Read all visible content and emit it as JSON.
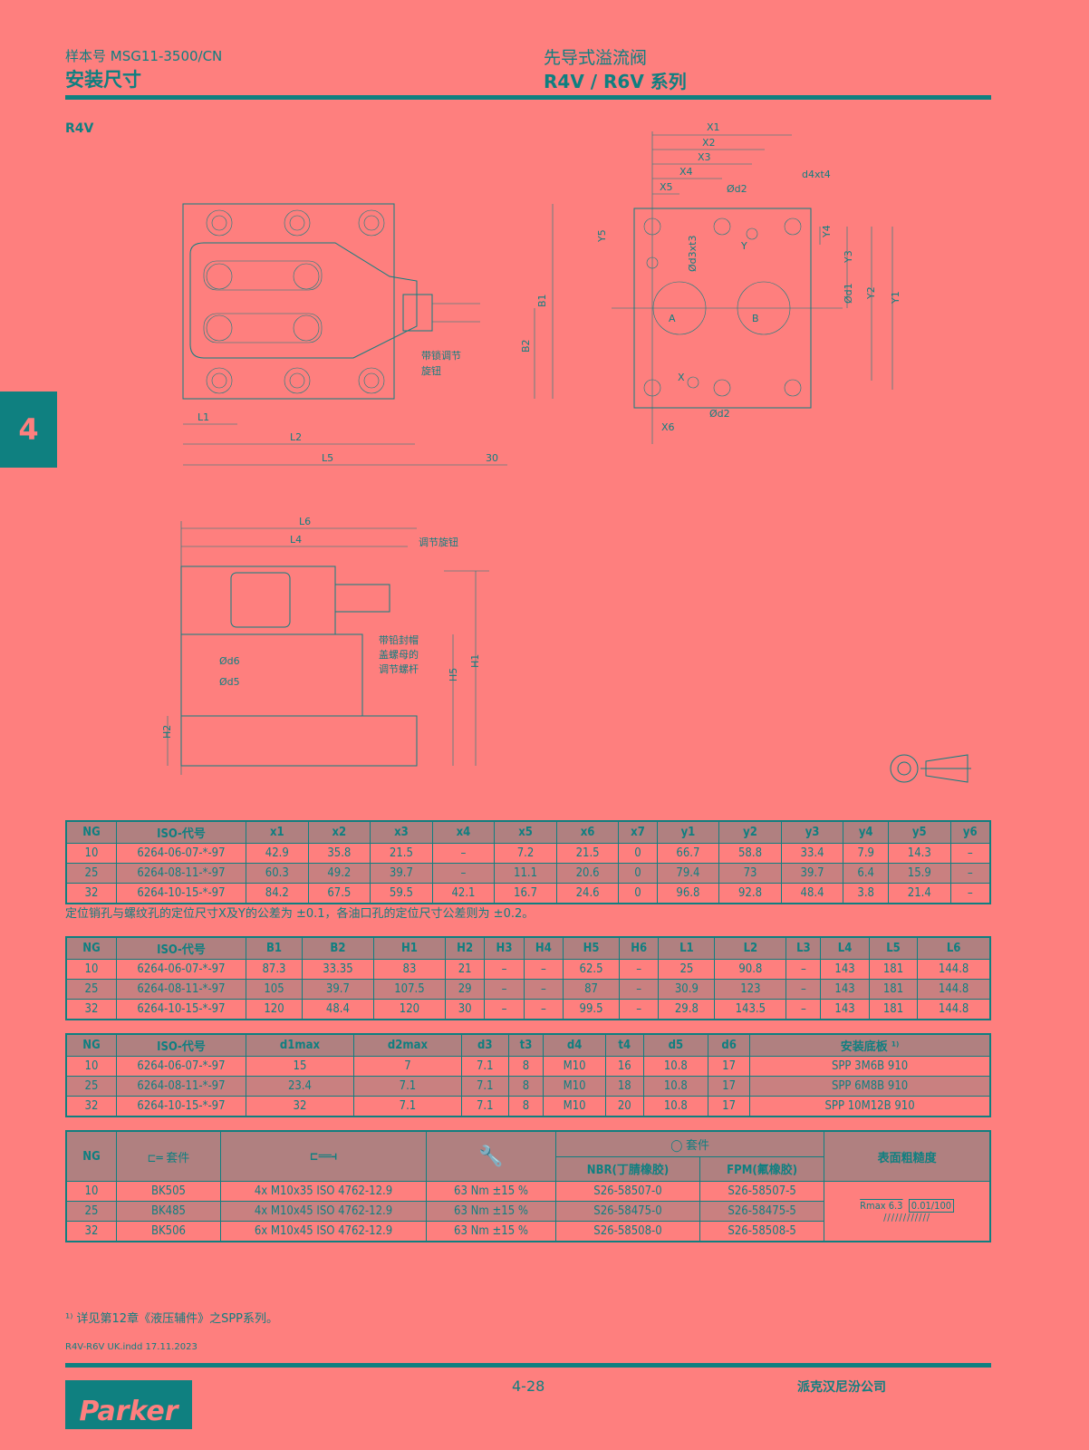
{
  "header": {
    "catalog": "样本号 MSG11-3500/CN",
    "section": "安装尺寸",
    "title": "先导式溢流阀",
    "series": "R4V / R6V 系列"
  },
  "subtitle": "R4V",
  "chapter_tab": "4",
  "drawing_top": {
    "labels": {
      "B1": "B1",
      "B2": "B2",
      "L1": "L1",
      "L2": "L2",
      "L5": "L5",
      "d30": "30",
      "knob1": "带锁调节",
      "knob2": "旋钮"
    }
  },
  "drawing_plate": {
    "labels": {
      "X1": "X1",
      "X2": "X2",
      "X3": "X3",
      "X4": "X4",
      "X5": "X5",
      "X6": "X6",
      "d4t4": "d4xt4",
      "d2a": "Ød2",
      "d2b": "Ød2",
      "d3t3": "Ød3xt3",
      "d1": "Ød1",
      "Y1": "Y1",
      "Y2": "Y2",
      "Y3": "Y3",
      "Y4": "Y4",
      "Y5": "Y5",
      "A": "A",
      "B": "B",
      "X": "X",
      "Y": "Y"
    }
  },
  "drawing_side": {
    "labels": {
      "L6": "L6",
      "L4": "L4",
      "H1": "H1",
      "H5": "H5",
      "H2": "H2",
      "d6": "Ød6",
      "d5": "Ød5",
      "knob": "调节旋钮",
      "seal1": "带铅封帽",
      "seal2": "盖螺母的",
      "seal3": "调节螺杆"
    }
  },
  "table1": {
    "headers": [
      "NG",
      "ISO-代号",
      "x1",
      "x2",
      "x3",
      "x4",
      "x5",
      "x6",
      "x7",
      "y1",
      "y2",
      "y3",
      "y4",
      "y5",
      "y6"
    ],
    "rows": [
      [
        "10",
        "6264-06-07-*-97",
        "42.9",
        "35.8",
        "21.5",
        "–",
        "7.2",
        "21.5",
        "0",
        "66.7",
        "58.8",
        "33.4",
        "7.9",
        "14.3",
        "–"
      ],
      [
        "25",
        "6264-08-11-*-97",
        "60.3",
        "49.2",
        "39.7",
        "–",
        "11.1",
        "20.6",
        "0",
        "79.4",
        "73",
        "39.7",
        "6.4",
        "15.9",
        "–"
      ],
      [
        "32",
        "6264-10-15-*-97",
        "84.2",
        "67.5",
        "59.5",
        "42.1",
        "16.7",
        "24.6",
        "0",
        "96.8",
        "92.8",
        "48.4",
        "3.8",
        "21.4",
        "–"
      ]
    ]
  },
  "tolerance_note": "定位销孔与螺纹孔的定位尺寸X及Y的公差为 ±0.1，各油口孔的定位尺寸公差则为 ±0.2。",
  "table2": {
    "headers": [
      "NG",
      "ISO-代号",
      "B1",
      "B2",
      "H1",
      "H2",
      "H3",
      "H4",
      "H5",
      "H6",
      "L1",
      "L2",
      "L3",
      "L4",
      "L5",
      "L6"
    ],
    "rows": [
      [
        "10",
        "6264-06-07-*-97",
        "87.3",
        "33.35",
        "83",
        "21",
        "–",
        "–",
        "62.5",
        "–",
        "25",
        "90.8",
        "–",
        "143",
        "181",
        "144.8"
      ],
      [
        "25",
        "6264-08-11-*-97",
        "105",
        "39.7",
        "107.5",
        "29",
        "–",
        "–",
        "87",
        "–",
        "30.9",
        "123",
        "–",
        "143",
        "181",
        "144.8"
      ],
      [
        "32",
        "6264-10-15-*-97",
        "120",
        "48.4",
        "120",
        "30",
        "–",
        "–",
        "99.5",
        "–",
        "29.8",
        "143.5",
        "–",
        "143",
        "181",
        "144.8"
      ]
    ]
  },
  "table3": {
    "headers": [
      "NG",
      "ISO-代号",
      "d1max",
      "d2max",
      "d3",
      "t3",
      "d4",
      "t4",
      "d5",
      "d6",
      "安装底板 ¹⁾"
    ],
    "rows": [
      [
        "10",
        "6264-06-07-*-97",
        "15",
        "7",
        "7.1",
        "8",
        "M10",
        "16",
        "10.8",
        "17",
        "SPP 3M6B 910"
      ],
      [
        "25",
        "6264-08-11-*-97",
        "23.4",
        "7.1",
        "7.1",
        "8",
        "M10",
        "18",
        "10.8",
        "17",
        "SPP 6M8B 910"
      ],
      [
        "32",
        "6264-10-15-*-97",
        "32",
        "7.1",
        "7.1",
        "8",
        "M10",
        "20",
        "10.8",
        "17",
        "SPP 10M12B 910"
      ]
    ]
  },
  "table4": {
    "h_ng": "NG",
    "h_kit": "套件",
    "h_oring": "套件",
    "h_nbr": "NBR(丁腈橡胶)",
    "h_fpm": "FPM(氟橡胶)",
    "h_rough": "表面粗糙度",
    "rough_val": "Rmax 6.3",
    "flat_val": "0.01/100",
    "rows": [
      [
        "10",
        "BK505",
        "4x M10x35  ISO 4762-12.9",
        "63 Nm ±15 %",
        "S26-58507-0",
        "S26-58507-5"
      ],
      [
        "25",
        "BK485",
        "4x M10x45  ISO 4762-12.9",
        "63 Nm ±15 %",
        "S26-58475-0",
        "S26-58475-5"
      ],
      [
        "32",
        "BK506",
        "6x M10x45  ISO 4762-12.9",
        "63 Nm ±15 %",
        "S26-58508-0",
        "S26-58508-5"
      ]
    ]
  },
  "footnote": "¹⁾ 详见第12章《液压辅件》之SPP系列。",
  "file_info": "R4V-R6V UK.indd 17.11.2023",
  "page_number": "4-28",
  "company": "派克汉尼汾公司",
  "logo": "Parker"
}
